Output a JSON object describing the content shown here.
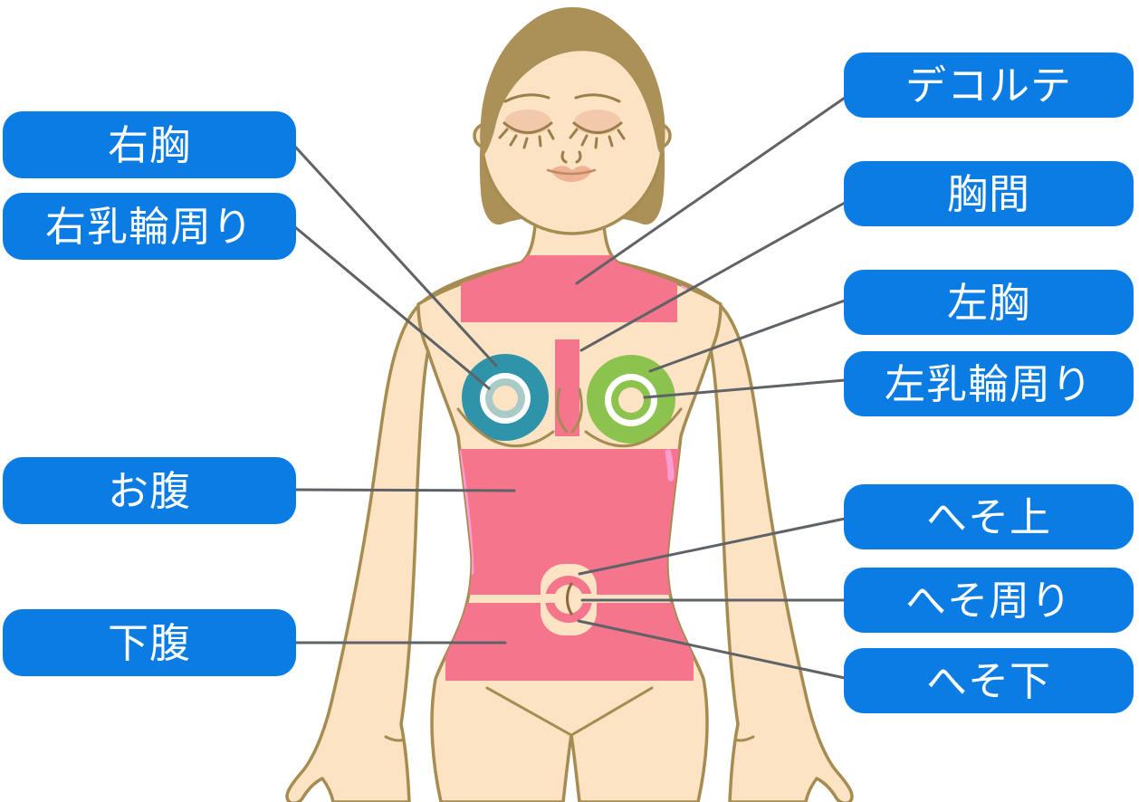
{
  "labels": {
    "right_chest": "右胸",
    "right_areola": "右乳輪周り",
    "belly": "お腹",
    "lower_abdomen": "下腹",
    "decollete": "デコルテ",
    "chest_center": "胸間",
    "left_chest": "左胸",
    "left_areola": "左乳輪周り",
    "above_navel": "へそ上",
    "around_navel": "へそ周り",
    "below_navel": "へそ下"
  },
  "colors": {
    "label_bg": "#0a7ce4",
    "label_text": "#ffffff",
    "leader_line": "#5f6367",
    "zone_pink": "#f4758c",
    "highlight_pink": "#ff9cd0",
    "skin": "#fbe3c4",
    "outline_tan": "#a68c51",
    "hair": "#ab9158",
    "teal_disc": "#2f93a9",
    "teal_ring": "#aacac6",
    "green_disc": "#8cc34e",
    "navel_brown": "#8a6a3c",
    "face_detail": "#9b7e49",
    "eyeshadow": "#f2c9ab",
    "lips": "#eeb294",
    "lip_line": "#c18a60",
    "bg": "#ffffff"
  }
}
